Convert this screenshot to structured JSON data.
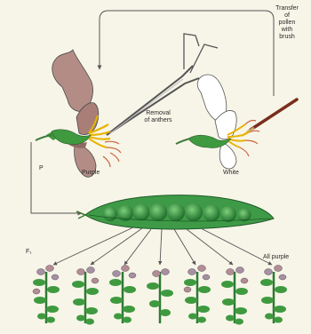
{
  "labels": {
    "transfer_1": "Transfer",
    "transfer_2": "of",
    "transfer_3": "pollen",
    "transfer_4": "with",
    "transfer_5": "brush",
    "removal_1": "Removal",
    "removal_2": "of anthers",
    "purple": "Purple",
    "white": "White",
    "p": "P",
    "f1": "F₁",
    "all_purple": "All purple"
  },
  "colors": {
    "background": "#f7f5e8",
    "petal_purple": "#b48c86",
    "petal_white": "#ffffff",
    "sepal_green": "#3f9a3f",
    "pea_green": "#2f8a3a",
    "anther_yellow": "#e8b400",
    "arrow_line": "#555555"
  },
  "icons": {
    "forceps": "forceps-icon",
    "brush": "brush-icon"
  }
}
